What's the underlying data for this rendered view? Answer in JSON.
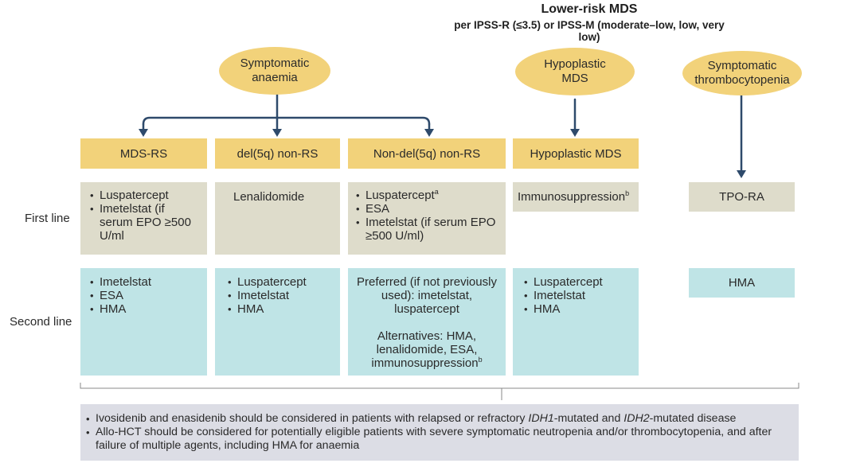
{
  "title": {
    "main": "Lower-risk MDS",
    "sub": "per IPSS-R (≤3.5) or IPSS-M (moderate–low, low, very low)"
  },
  "ellipses": {
    "anaemia": "Symptomatic anaemia",
    "hypoplastic": "Hypoplastic MDS",
    "thrombo": "Symptomatic thrombocytopenia"
  },
  "row_labels": {
    "first": "First line",
    "second": "Second line"
  },
  "categories": {
    "mds_rs": "MDS-RS",
    "del5q": "del(5q) non-RS",
    "nondel5q": "Non-del(5q) non-RS",
    "hypoplastic": "Hypoplastic MDS"
  },
  "first_line": {
    "mds_rs": [
      "Luspatercept",
      "Imetelstat (if serum EPO ≥500 U/ml"
    ],
    "del5q": "Lenalidomide",
    "nondel5q": {
      "item1": "Luspatercept",
      "item1_sup": "a",
      "item2": "ESA",
      "item3": "Imetelstat (if serum EPO ≥500 U/ml)"
    },
    "hypoplastic": "Immunosuppression",
    "hypoplastic_sup": "b",
    "thrombo": "TPO-RA"
  },
  "second_line": {
    "mds_rs": [
      "Imetelstat",
      "ESA",
      "HMA"
    ],
    "del5q": [
      "Luspatercept",
      "Imetelstat",
      "HMA"
    ],
    "nondel5q": {
      "preferred": "Preferred (if not previously used): imetelstat, luspatercept",
      "alternatives": "Alternatives: HMA, lenalidomide, ESA, immunosuppression",
      "alternatives_sup": "b"
    },
    "hypoplastic": [
      "Luspatercept",
      "Imetelstat",
      "HMA"
    ],
    "thrombo": "HMA"
  },
  "footer": {
    "line1_prefix": "Ivosidenib and enasidenib should be considered in patients with relapsed or refractory ",
    "line1_italic1": "IDH1",
    "line1_middle": "-mutated and ",
    "line1_italic2": "IDH2",
    "line1_suffix": "-mutated disease",
    "line2": "Allo-HCT should be considered for potentially eligible patients with severe symptomatic neutropenia and/or thrombocytopenia, and after failure of multiple agents, including HMA for anaemia"
  },
  "colors": {
    "ellipse_yellow": "#f2d27a",
    "first_line_beige": "#dedccb",
    "second_line_blue": "#bfe4e6",
    "footer_gray": "#dcdde5",
    "arrow_navy": "#2e4a6b"
  }
}
